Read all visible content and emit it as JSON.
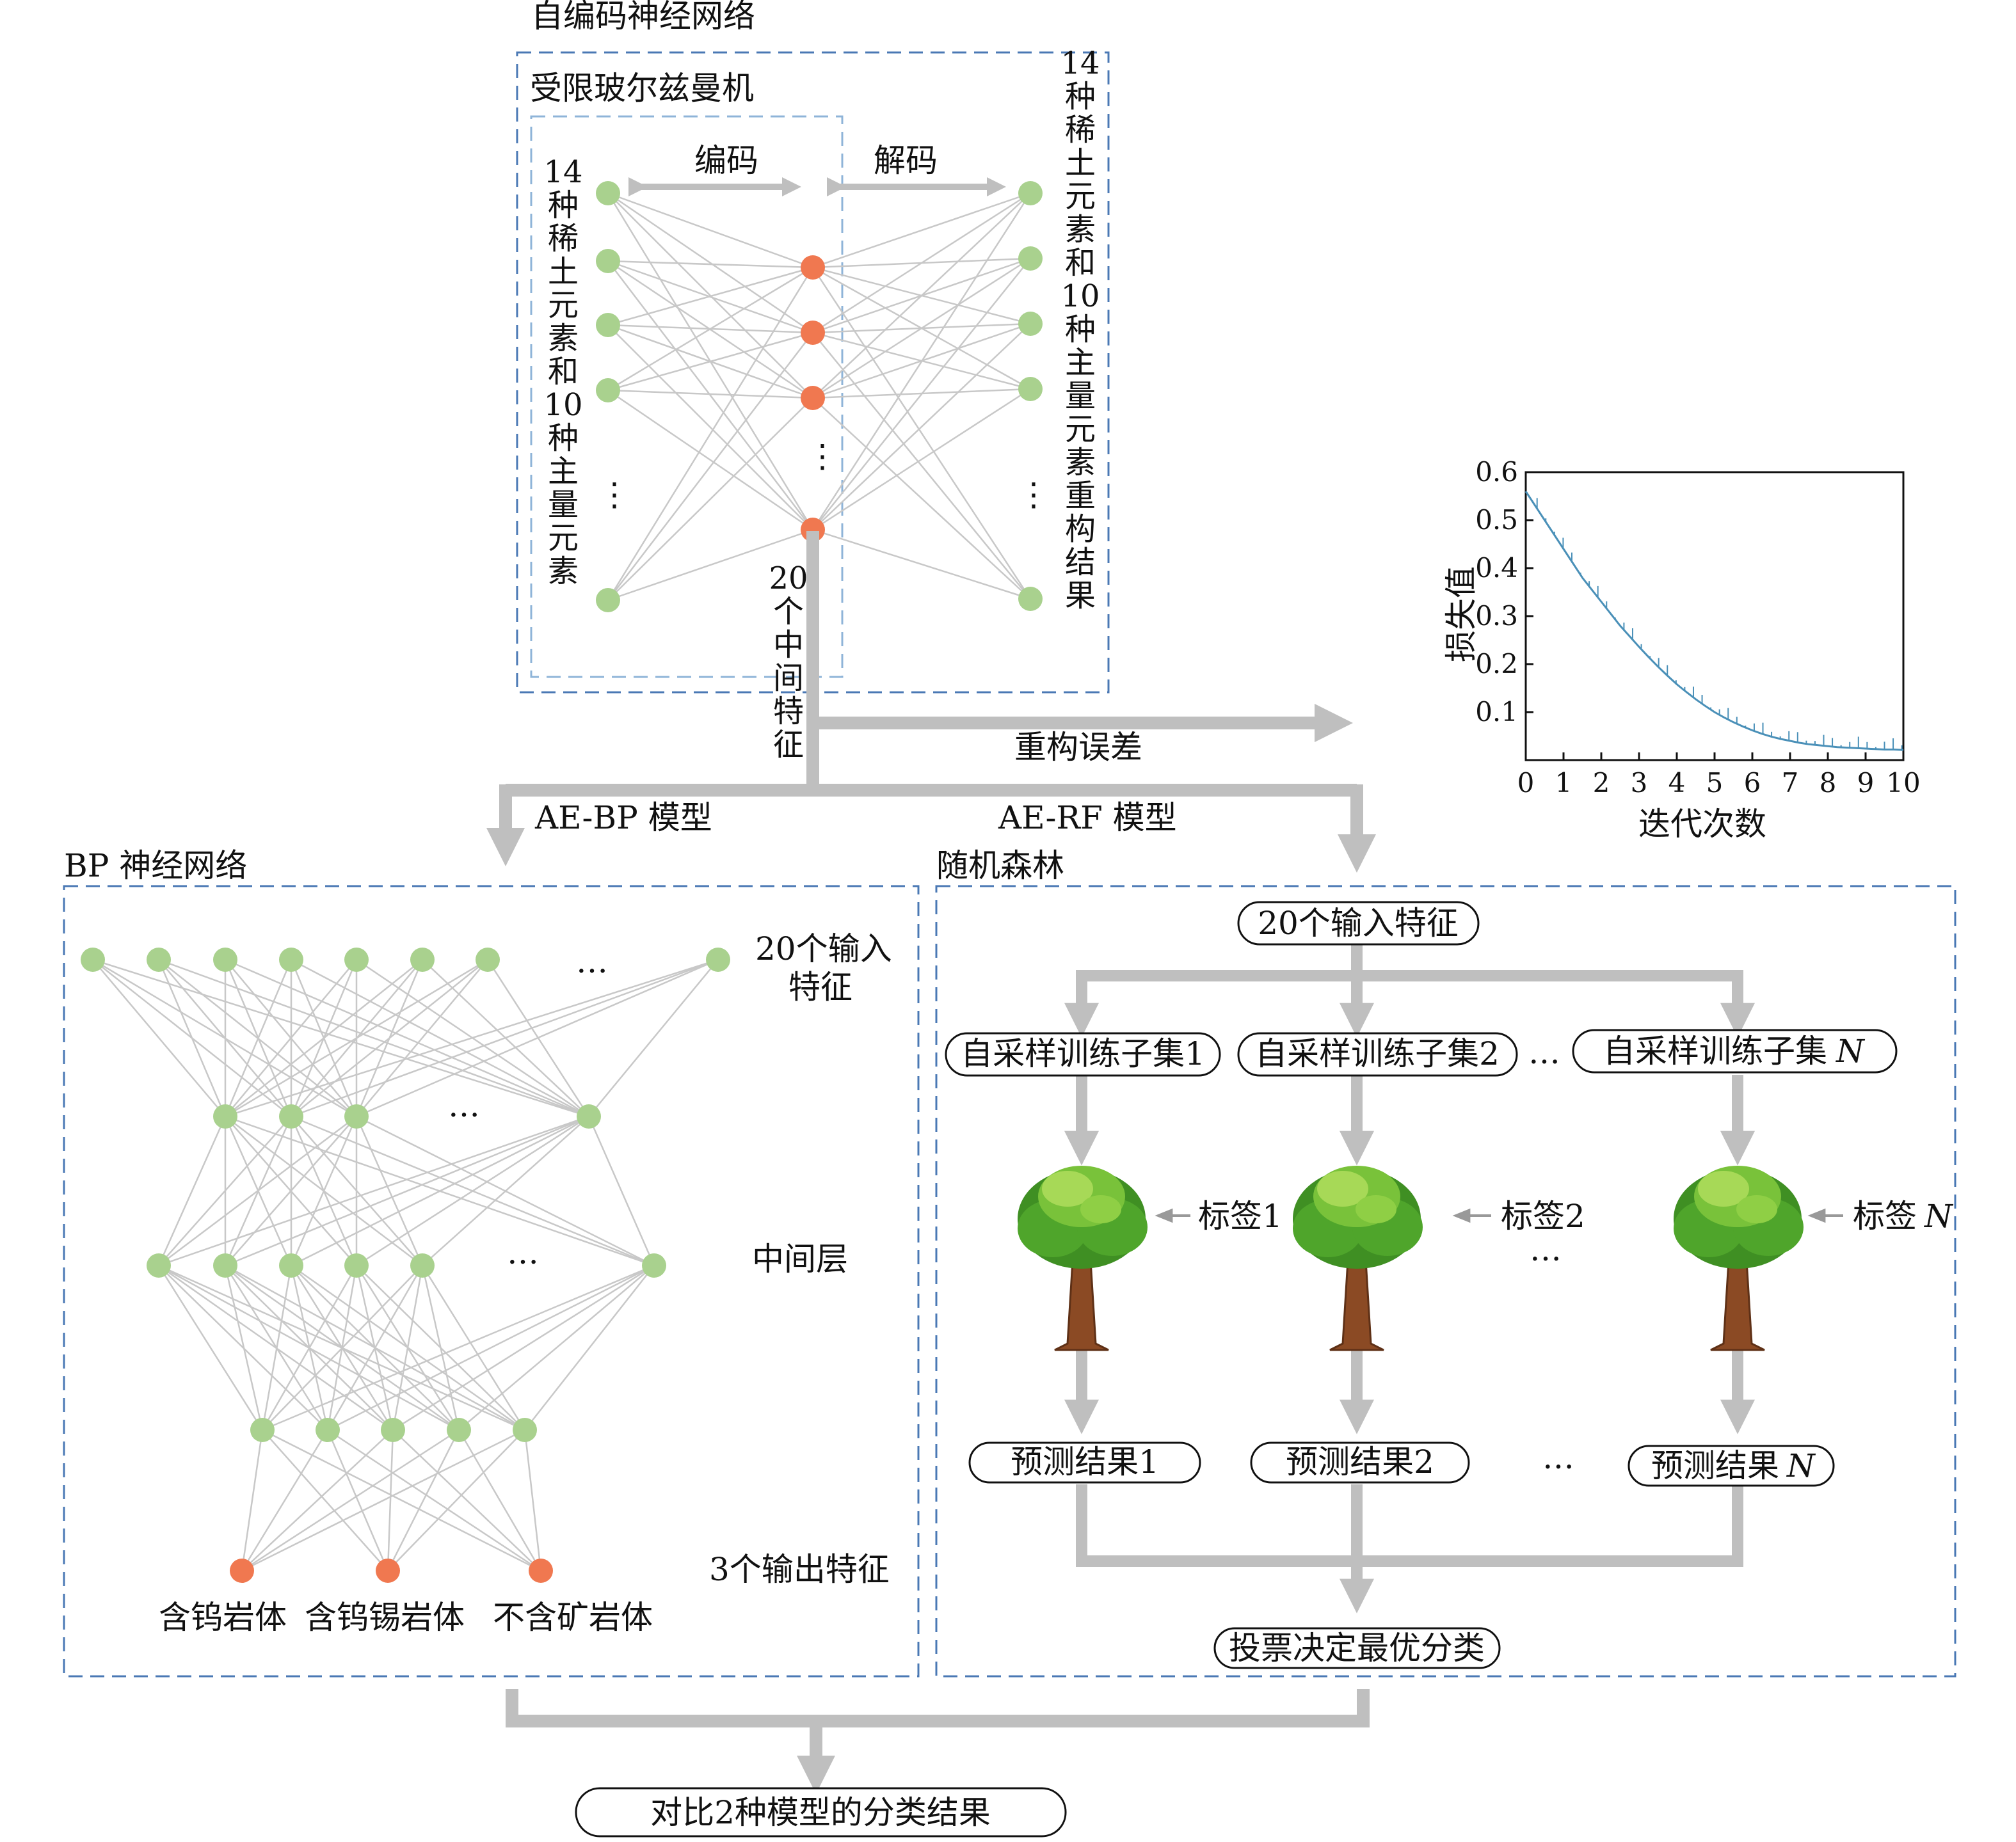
{
  "colors": {
    "node_green": "#a9d18e",
    "node_orange": "#f07850",
    "edge": "#c8c8c8",
    "arrow": "#bfbfbf",
    "box_border": "#4a78b4",
    "inner_box_border": "#8fb4d8",
    "loss_line": "#4a90b8"
  },
  "autoencoder": {
    "title": "自编码神经网络",
    "rbm_title": "受限玻尔兹曼机",
    "encode_label": "编码",
    "decode_label": "解码",
    "input_label": "14种稀土元素和10种主量元素",
    "output_label": "14种稀土元素和10种主量元素重构结果",
    "hidden_label": "20个中间特征",
    "ellipsis": "⋮"
  },
  "reconstruction_error_label": "重构误差",
  "branch": {
    "ae_bp": "AE-BP 模型",
    "ae_rf": "AE-RF 模型"
  },
  "bp": {
    "title": "BP 神经网络",
    "input_label_line1": "20个输入",
    "input_label_line2": "特征",
    "middle_label": "中间层",
    "output_label": "3个输出特征",
    "outputs": [
      "含钨岩体",
      "含钨锡岩体",
      "不含矿岩体"
    ],
    "ellipsis": "…"
  },
  "rf": {
    "title": "随机森林",
    "input_box": "20个输入特征",
    "subsets": [
      "自采样训练子集1",
      "自采样训练子集2",
      "自采样训练子集"
    ],
    "subset_n_suffix": "N",
    "labels": [
      "标签1",
      "标签2",
      "标签"
    ],
    "label_n_suffix": "N",
    "predictions": [
      "预测结果1",
      "预测结果2",
      "预测结果"
    ],
    "prediction_n_suffix": "N",
    "vote": "投票决定最优分类",
    "ellipsis": "…",
    "v_ellipsis": "⋮"
  },
  "compare": "对比2种模型的分类结果",
  "chart_data": {
    "type": "line",
    "title": "",
    "xlabel": "迭代次数",
    "ylabel": "损失值",
    "xlim": [
      0,
      10
    ],
    "ylim": [
      0,
      0.6
    ],
    "xticks": [
      "0",
      "1",
      "2",
      "3",
      "4",
      "5",
      "6",
      "7",
      "8",
      "9",
      "10"
    ],
    "yticks": [
      "0.1",
      "0.2",
      "0.3",
      "0.4",
      "0.5",
      "0.6"
    ],
    "grid": false,
    "series": [
      {
        "x": [
          0.0,
          0.25,
          0.5,
          0.75,
          1.0,
          1.25,
          1.5,
          1.75,
          2.0,
          2.25,
          2.5,
          2.75,
          3.0,
          3.25,
          3.5,
          3.75,
          4.0,
          4.25,
          4.5,
          4.75,
          5.0,
          5.25,
          5.5,
          5.75,
          6.0,
          6.25,
          6.5,
          6.75,
          7.0,
          7.25,
          7.5,
          7.75,
          8.0,
          8.25,
          8.5,
          8.75,
          9.0,
          9.25,
          9.5,
          9.75,
          10.0
        ],
        "y": [
          0.56,
          0.53,
          0.5,
          0.47,
          0.44,
          0.41,
          0.38,
          0.355,
          0.33,
          0.305,
          0.28,
          0.258,
          0.236,
          0.215,
          0.195,
          0.176,
          0.158,
          0.142,
          0.127,
          0.113,
          0.1,
          0.089,
          0.079,
          0.07,
          0.062,
          0.055,
          0.049,
          0.044,
          0.04,
          0.036,
          0.033,
          0.031,
          0.029,
          0.027,
          0.026,
          0.025,
          0.024,
          0.023,
          0.022,
          0.022,
          0.021
        ]
      }
    ]
  }
}
